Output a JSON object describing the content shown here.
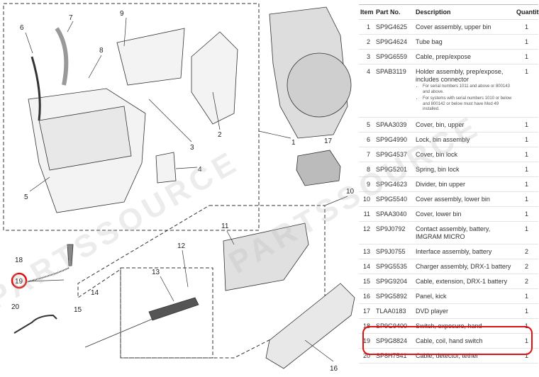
{
  "table": {
    "headers": {
      "item": "Item",
      "part": "Part No.",
      "desc": "Description",
      "qty": "Quantity"
    },
    "rows": [
      {
        "item": "1",
        "part": "SP9G4625",
        "desc": "Cover assembly, upper bin",
        "qty": "1"
      },
      {
        "item": "2",
        "part": "SP9G4624",
        "desc": "Tube bag",
        "qty": "1"
      },
      {
        "item": "3",
        "part": "SP9G6559",
        "desc": "Cable, prep/expose",
        "qty": "1"
      },
      {
        "item": "4",
        "part": "SPAB3119",
        "desc": "Holder assembly, prep/expose, includes connector",
        "qty": "1",
        "notes": [
          "For serial numbers 1011 and above or 800143 and above.",
          "For systems with serial numbers 1010 or below and 800142 or below must have Mod 49 installed."
        ]
      },
      {
        "item": "5",
        "part": "SPAA3039",
        "desc": "Cover, bin, upper",
        "qty": "1"
      },
      {
        "item": "6",
        "part": "SP9G4990",
        "desc": "Lock, bin assembly",
        "qty": "1"
      },
      {
        "item": "7",
        "part": "SP9G4537",
        "desc": "Cover, bin lock",
        "qty": "1"
      },
      {
        "item": "8",
        "part": "SP9G5201",
        "desc": "Spring, bin lock",
        "qty": "1"
      },
      {
        "item": "9",
        "part": "SP9G4623",
        "desc": "Divider, bin upper",
        "qty": "1"
      },
      {
        "item": "10",
        "part": "SP9G5540",
        "desc": "Cover assembly, lower bin",
        "qty": "1"
      },
      {
        "item": "11",
        "part": "SPAA3040",
        "desc": "Cover, lower bin",
        "qty": "1"
      },
      {
        "item": "12",
        "part": "SP9J0792",
        "desc": "Contact assembly, battery, IMGRAM MICRO",
        "qty": "1"
      },
      {
        "item": "13",
        "part": "SP9J0755",
        "desc": "Interface assembly, battery",
        "qty": "2"
      },
      {
        "item": "14",
        "part": "SP9G5535",
        "desc": "Charger assembly, DRX-1 battery",
        "qty": "2"
      },
      {
        "item": "15",
        "part": "SP9G9204",
        "desc": "Cable, extension, DRX-1 battery",
        "qty": "2"
      },
      {
        "item": "16",
        "part": "SP9G5892",
        "desc": "Panel, kick",
        "qty": "1"
      },
      {
        "item": "17",
        "part": "TLAA0183",
        "desc": "DVD player",
        "qty": "1"
      },
      {
        "item": "18",
        "part": "SP9G9400",
        "desc": "Switch, exposure, hand",
        "qty": "1"
      },
      {
        "item": "19",
        "part": "SP9G8824",
        "desc": "Cable, coil, hand switch",
        "qty": "1",
        "highlighted": true
      },
      {
        "item": "20",
        "part": "SP8H7541",
        "desc": "Cable, detector, tether",
        "qty": "1"
      }
    ]
  },
  "callouts": [
    "1",
    "2",
    "3",
    "4",
    "5",
    "6",
    "7",
    "8",
    "9",
    "10",
    "11",
    "12",
    "13",
    "14",
    "15",
    "16",
    "17",
    "18",
    "19",
    "20"
  ],
  "watermark": "PARTSSOURCE",
  "highlight_color": "#e01010"
}
